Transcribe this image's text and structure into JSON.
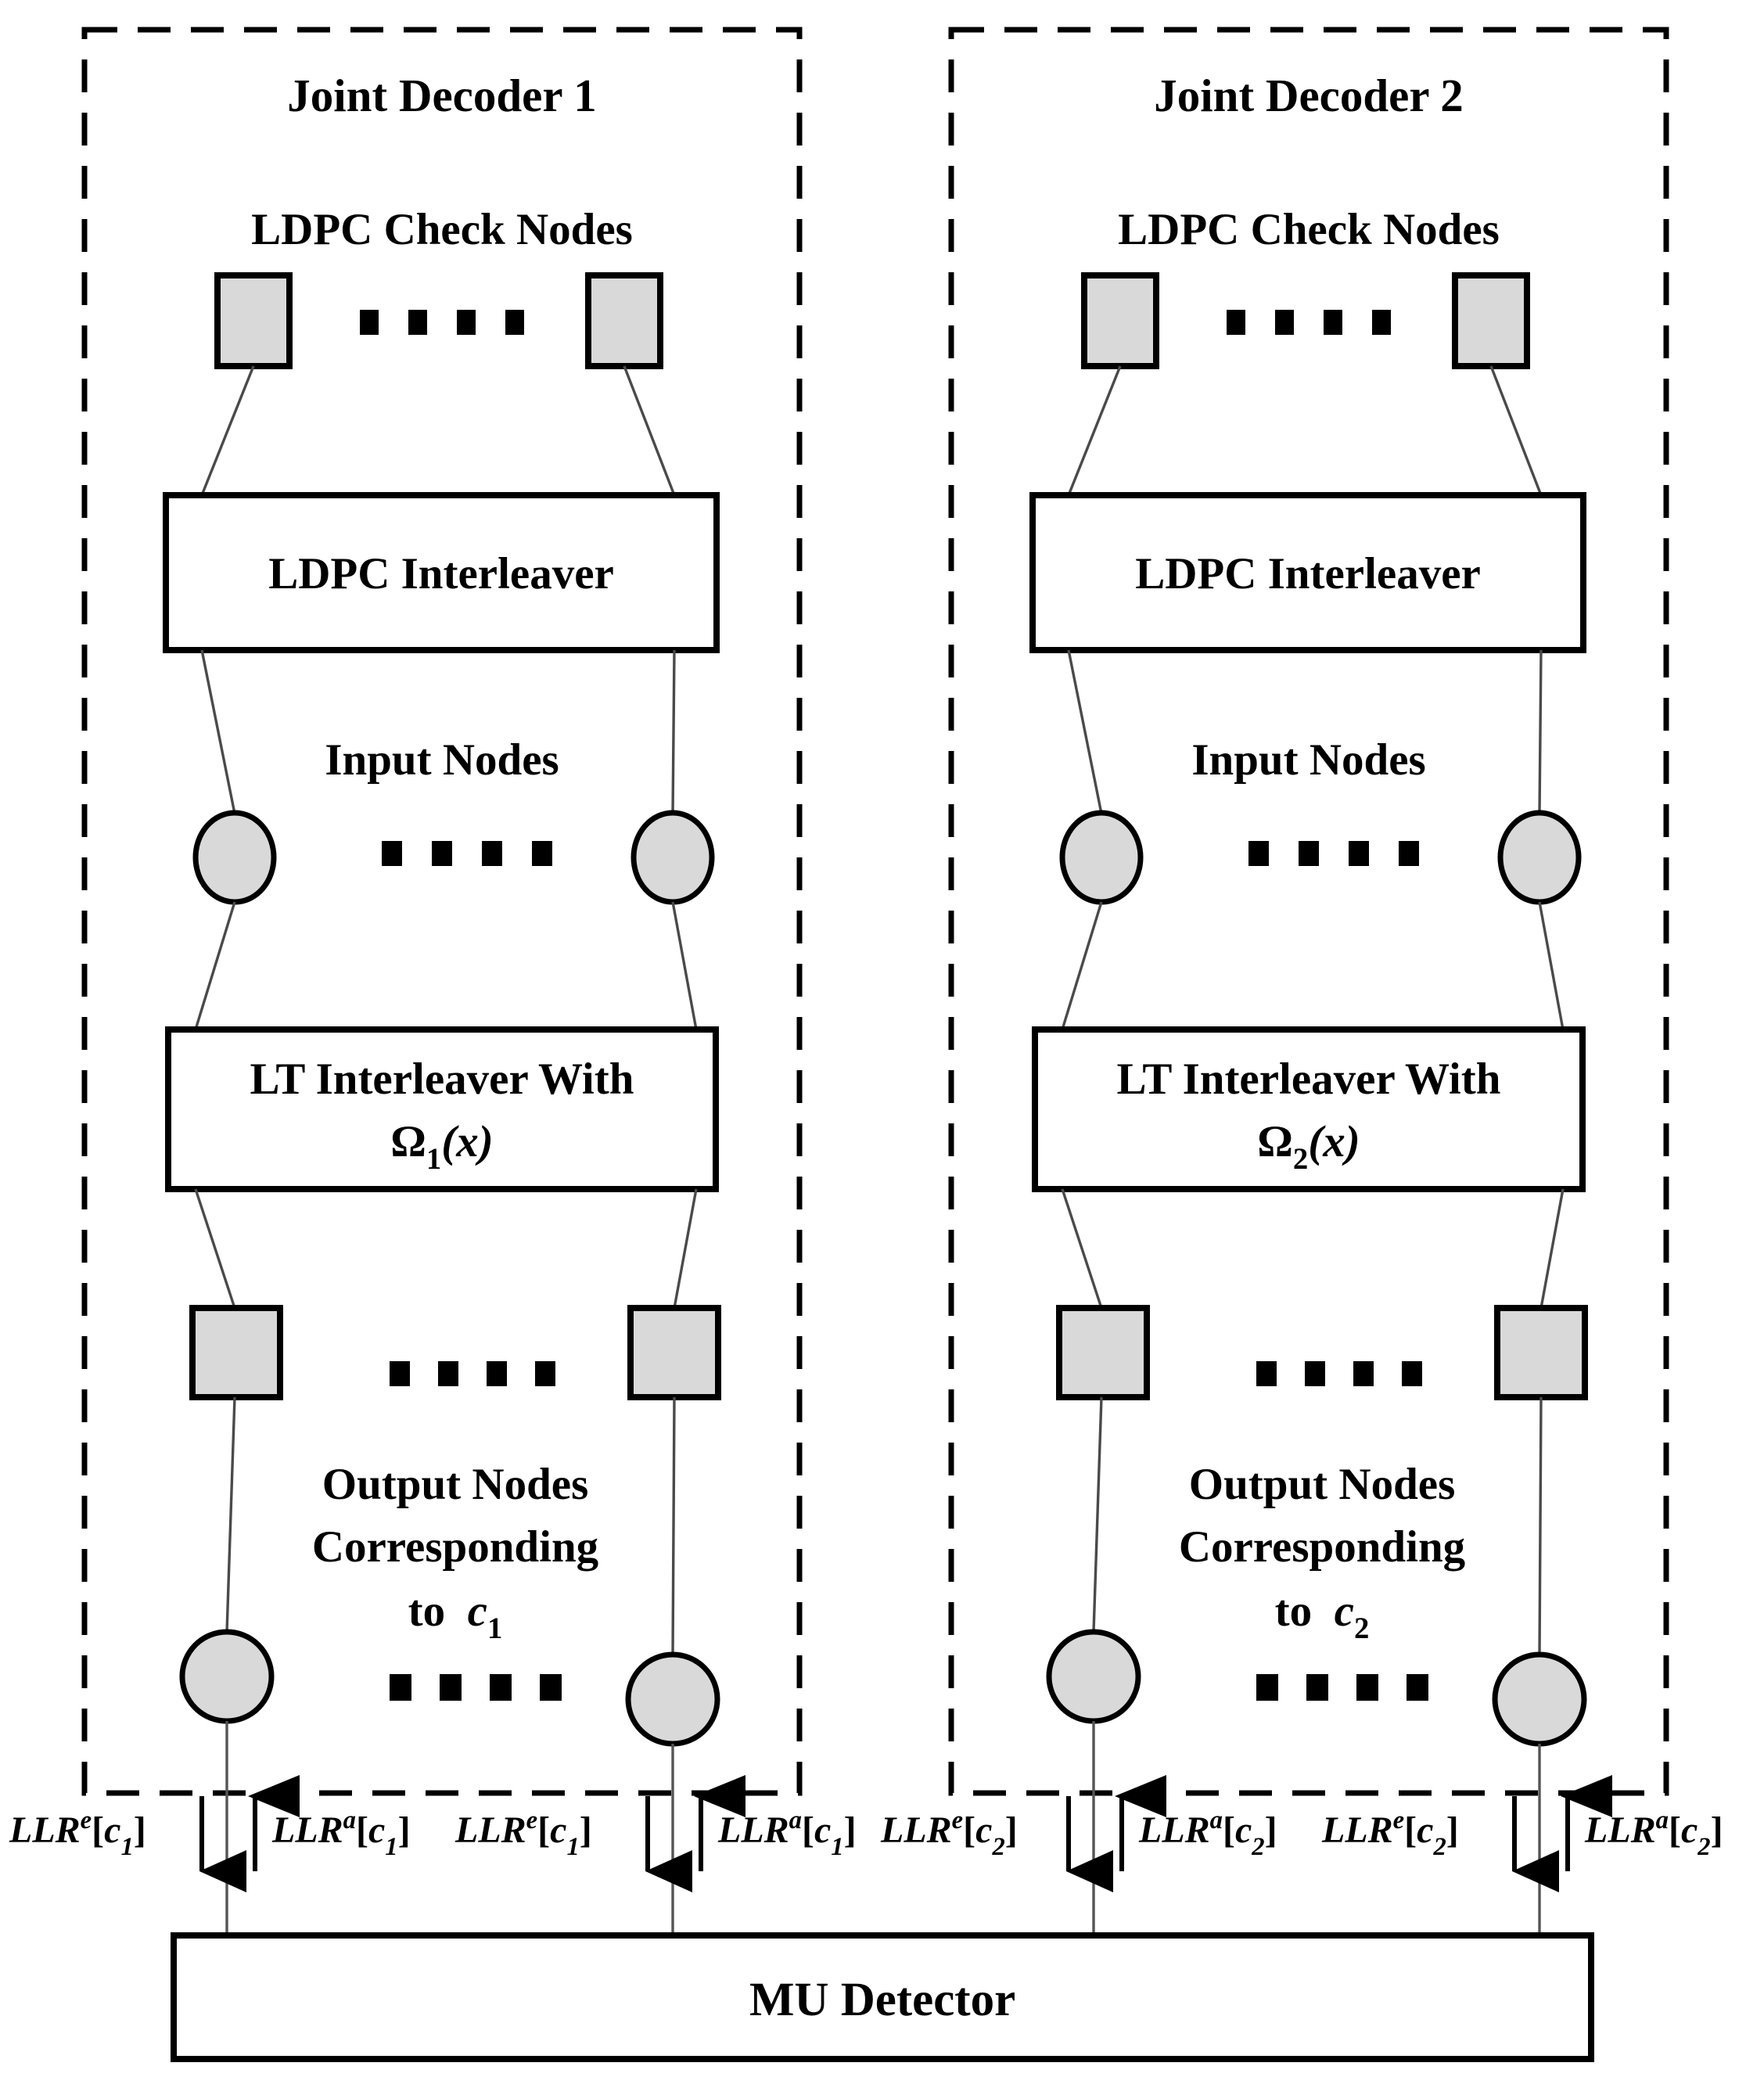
{
  "figure": {
    "type": "block-diagram",
    "description": "Joint LT-LDPC iterative decoder structure with two joint decoders exchanging LLR messages with a multi-user detector"
  },
  "decoders": [
    {
      "id": "joint-decoder-1",
      "title": "Joint Decoder 1",
      "check_nodes_label": "LDPC Check Nodes",
      "ldpc_interleaver_label": "LDPC Interleaver",
      "input_nodes_label": "Input Nodes",
      "lt_interleaver_label_line1": "LT Interleaver With",
      "lt_interleaver_omega": "Ω",
      "lt_interleaver_omega_sub": "1",
      "lt_interleaver_omega_arg": "(x)",
      "output_nodes_label_line1": "Output Nodes",
      "output_nodes_label_line2": "Corresponding",
      "output_nodes_label_line3_prefix": "to",
      "output_nodes_label_codeword": "c",
      "output_nodes_label_codeword_sub": "1",
      "ellipsis": "▪ ▪ ▪ ▪"
    },
    {
      "id": "joint-decoder-2",
      "title": "Joint Decoder 2",
      "check_nodes_label": "LDPC Check Nodes",
      "ldpc_interleaver_label": "LDPC Interleaver",
      "input_nodes_label": "Input Nodes",
      "lt_interleaver_label_line1": "LT Interleaver With",
      "lt_interleaver_omega": "Ω",
      "lt_interleaver_omega_sub": "2",
      "lt_interleaver_omega_arg": "(x)",
      "output_nodes_label_line1": "Output Nodes",
      "output_nodes_label_line2": "Corresponding",
      "output_nodes_label_line3_prefix": "to",
      "output_nodes_label_codeword": "c",
      "output_nodes_label_codeword_sub": "2",
      "ellipsis": "▪ ▪ ▪ ▪"
    }
  ],
  "llr_labels": [
    {
      "id": "llr-e-c1-left",
      "base": "LLR",
      "sup": "e",
      "open": "[",
      "var": "c",
      "sub": "1",
      "close": "]",
      "direction": "down"
    },
    {
      "id": "llr-a-c1-left",
      "base": "LLR",
      "sup": "a",
      "open": "[",
      "var": "c",
      "sub": "1",
      "close": "]",
      "direction": "up"
    },
    {
      "id": "llr-e-c1-right",
      "base": "LLR",
      "sup": "e",
      "open": "[",
      "var": "c",
      "sub": "1",
      "close": "]",
      "direction": "down"
    },
    {
      "id": "llr-a-c1-right",
      "base": "LLR",
      "sup": "a",
      "open": "[",
      "var": "c",
      "sub": "1",
      "close": "]",
      "direction": "up"
    },
    {
      "id": "llr-e-c2-left",
      "base": "LLR",
      "sup": "e",
      "open": "[",
      "var": "c",
      "sub": "2",
      "close": "]",
      "direction": "down"
    },
    {
      "id": "llr-a-c2-left",
      "base": "LLR",
      "sup": "a",
      "open": "[",
      "var": "c",
      "sub": "2",
      "close": "]",
      "direction": "up"
    },
    {
      "id": "llr-e-c2-right",
      "base": "LLR",
      "sup": "e",
      "open": "[",
      "var": "c",
      "sub": "2",
      "close": "]",
      "direction": "down"
    },
    {
      "id": "llr-a-c2-right",
      "base": "LLR",
      "sup": "a",
      "open": "[",
      "var": "c",
      "sub": "2",
      "close": "]",
      "direction": "up"
    }
  ],
  "detector": {
    "label": "MU  Detector"
  },
  "colors": {
    "node_fill": "#d9d9d9",
    "stroke": "#000000",
    "edge": "#4a4a4a",
    "background": "#ffffff"
  }
}
